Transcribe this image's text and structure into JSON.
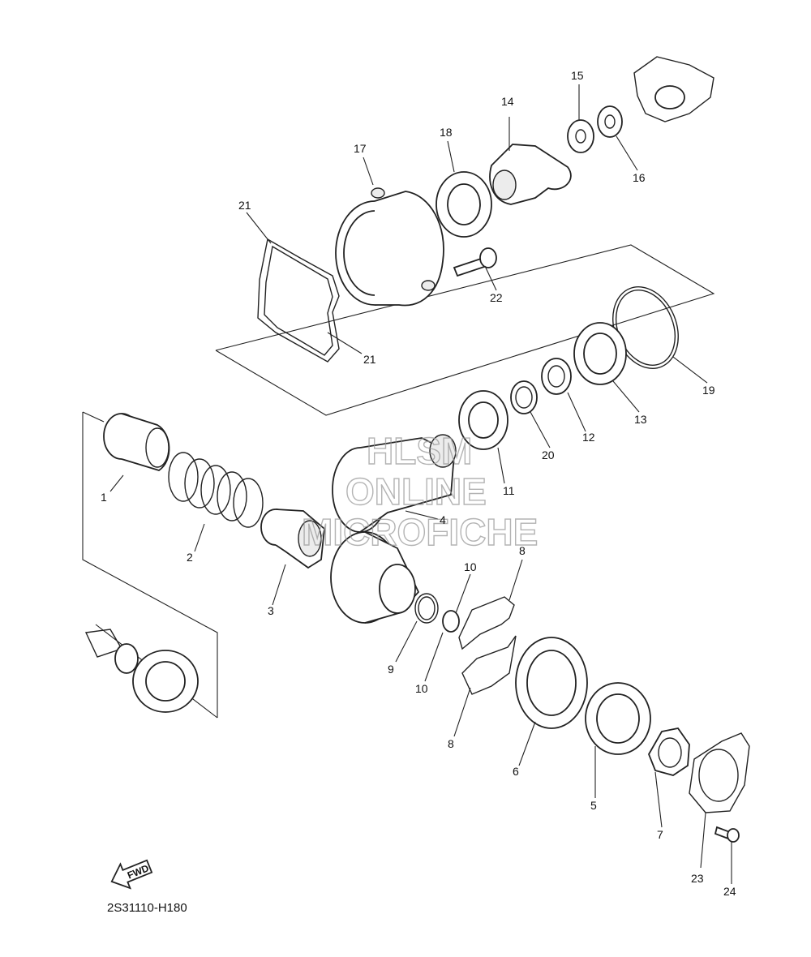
{
  "diagram": {
    "drawing_code": "2S31110-H180",
    "direction_label": "FWD",
    "watermark": [
      "HLSM",
      "ONLINE",
      "MICROFICHE"
    ]
  },
  "callouts": [
    {
      "id": "c1",
      "label": "1"
    },
    {
      "id": "c2",
      "label": "2"
    },
    {
      "id": "c3",
      "label": "3"
    },
    {
      "id": "c4",
      "label": "4"
    },
    {
      "id": "c5",
      "label": "5"
    },
    {
      "id": "c6",
      "label": "6"
    },
    {
      "id": "c7",
      "label": "7"
    },
    {
      "id": "c8a",
      "label": "8"
    },
    {
      "id": "c8b",
      "label": "8"
    },
    {
      "id": "c9",
      "label": "9"
    },
    {
      "id": "c10a",
      "label": "10"
    },
    {
      "id": "c10b",
      "label": "10"
    },
    {
      "id": "c11",
      "label": "11"
    },
    {
      "id": "c12",
      "label": "12"
    },
    {
      "id": "c13",
      "label": "13"
    },
    {
      "id": "c14",
      "label": "14"
    },
    {
      "id": "c15",
      "label": "15"
    },
    {
      "id": "c16",
      "label": "16"
    },
    {
      "id": "c17",
      "label": "17"
    },
    {
      "id": "c18",
      "label": "18"
    },
    {
      "id": "c19",
      "label": "19"
    },
    {
      "id": "c20",
      "label": "20"
    },
    {
      "id": "c21a",
      "label": "21"
    },
    {
      "id": "c21b",
      "label": "21"
    },
    {
      "id": "c22",
      "label": "22"
    },
    {
      "id": "c23",
      "label": "23"
    },
    {
      "id": "c24",
      "label": "24"
    }
  ]
}
